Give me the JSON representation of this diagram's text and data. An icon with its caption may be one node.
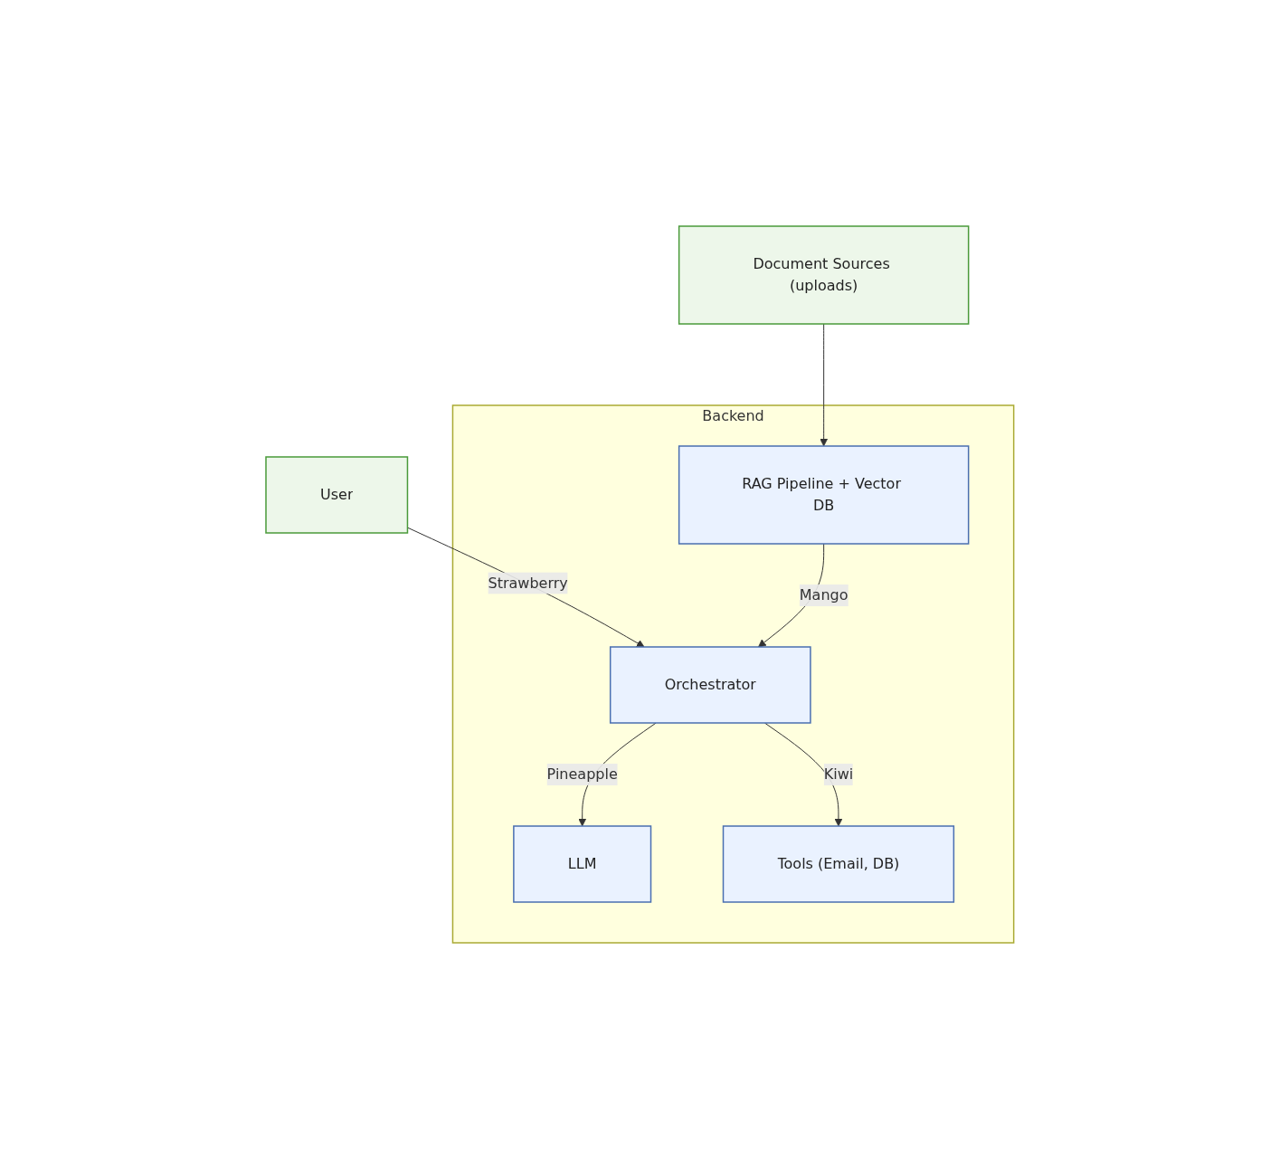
{
  "diagram": {
    "nodes": [
      {
        "text": [
          "Document Sources (uploads)"
        ]
      },
      {
        "text": [
          "Backend"
        ]
      },
      {
        "text": [
          "User"
        ]
      },
      {
        "text": [
          "RAG Pipeline + Vector DB"
        ],
        "in": 1
      },
      {
        "text": [
          "Orchestrator"
        ],
        "in": 1
      },
      {
        "text": [
          "LLM"
        ],
        "in": 1
      },
      {
        "text": [
          "Tools (Email, DB)"
        ],
        "in": 1
      }
    ],
    "edges": [
      {
        "from": 0,
        "to": 3,
        "arrow": "to"
      },
      {
        "from": 2,
        "to": 4,
        "label": "Strawberry",
        "arrow": "to"
      },
      {
        "from": 3,
        "to": 4,
        "label": "Mango",
        "arrow": "to"
      },
      {
        "from": 4,
        "to": 5,
        "label": "Pineapple",
        "arrow": "to"
      },
      {
        "from": 4,
        "to": 6,
        "label": "Kiwi",
        "arrow": "to"
      }
    ]
  }
}
